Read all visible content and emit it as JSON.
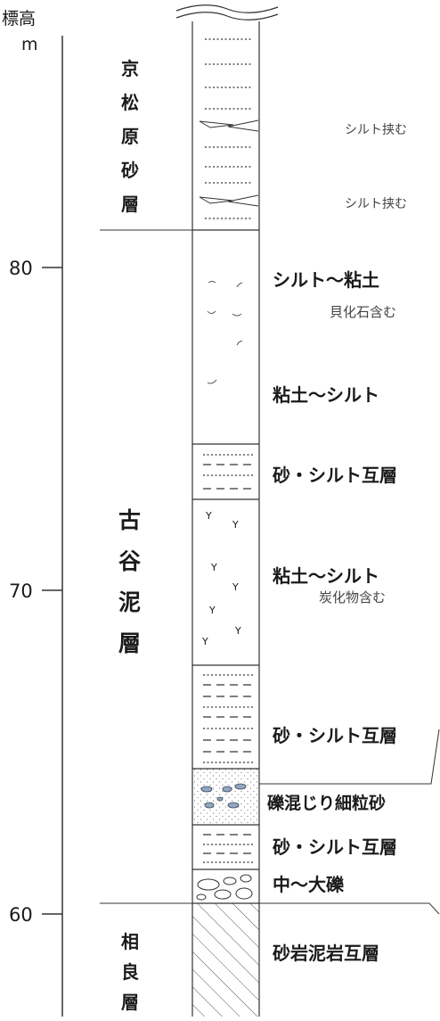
{
  "axis": {
    "title": "標高",
    "unit": "m",
    "ticks": [
      {
        "label": "80",
        "value": 80
      },
      {
        "label": "70",
        "value": 70
      },
      {
        "label": "60",
        "value": 60
      }
    ]
  },
  "formations": [
    {
      "name": "京松原砂層",
      "chars": [
        "京",
        "松",
        "原",
        "砂",
        "層"
      ]
    },
    {
      "name": "古谷泥層",
      "chars": [
        "古",
        "谷",
        "泥",
        "層"
      ]
    },
    {
      "name": "相良層",
      "chars": [
        "相",
        "良",
        "層"
      ]
    }
  ],
  "layers": [
    {
      "lithology": "sand",
      "label": "",
      "note": ""
    },
    {
      "lithology": "clay-silt",
      "label": "シルト〜粘土",
      "note": "貝化石含む"
    },
    {
      "lithology": "clay-silt",
      "label": "粘土〜シルト",
      "note": ""
    },
    {
      "lithology": "sand-silt",
      "label": "砂・シルト互層",
      "note": ""
    },
    {
      "lithology": "clay-plant",
      "label": "粘土〜シルト",
      "note": "炭化物含む"
    },
    {
      "lithology": "sand-silt",
      "label": "砂・シルト互層",
      "note": ""
    },
    {
      "lithology": "gravelly-sand",
      "label": "礫混じり細粒砂",
      "note": ""
    },
    {
      "lithology": "sand-silt",
      "label": "砂・シルト互層",
      "note": ""
    },
    {
      "lithology": "gravel",
      "label": "中〜大礫",
      "note": ""
    },
    {
      "lithology": "sandstone-mudstone",
      "label": "砂岩泥岩互層",
      "note": ""
    }
  ],
  "silt_notes": [
    "シルト挟む",
    "シルト挟む"
  ]
}
